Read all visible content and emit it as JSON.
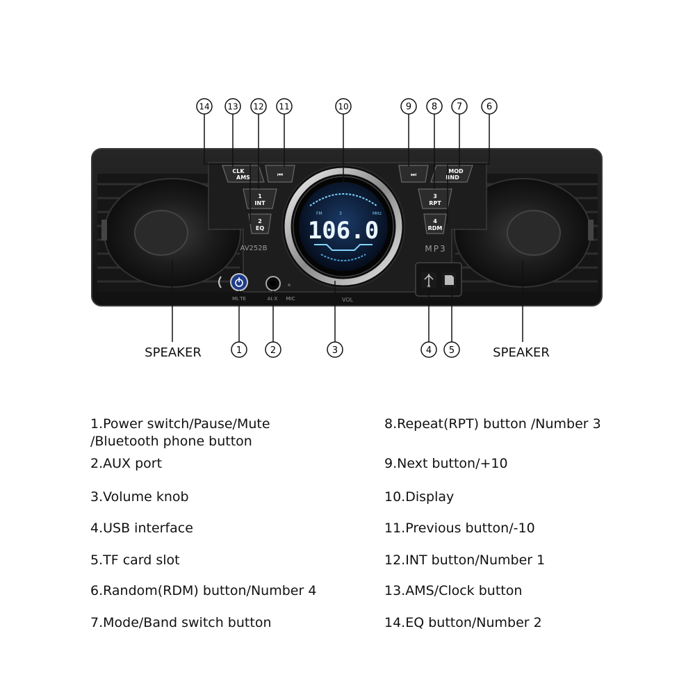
{
  "device": {
    "model": "AV252B",
    "display_freq": "106.0",
    "display_fm": "FM",
    "display_mhz": "MHz",
    "display_small": "3",
    "mp3": "MP3",
    "vol": "VOL",
    "mute": "MUTE",
    "aux": "AUX",
    "mic": "MIC",
    "buttons": {
      "clk_ams": [
        "CLK",
        "AMS"
      ],
      "prev": "⏮",
      "next": "⏭",
      "mod_bnd": [
        "MOD",
        "BND"
      ],
      "int": [
        "1",
        "INT"
      ],
      "eq": [
        "2",
        "EQ"
      ],
      "rpt": [
        "3",
        "RPT"
      ],
      "rdm": [
        "4",
        "RDM"
      ]
    }
  },
  "callouts": {
    "n1": "1",
    "n2": "2",
    "n3": "3",
    "n4": "4",
    "n5": "5",
    "n6": "6",
    "n7": "7",
    "n8": "8",
    "n9": "9",
    "n10": "10",
    "n11": "11",
    "n12": "12",
    "n13": "13",
    "n14": "14",
    "speaker_left": "SPEAKER",
    "speaker_right": "SPEAKER"
  },
  "legend": {
    "left": [
      {
        "line1": "1.Power switch/Pause/Mute",
        "line2": "/Bluetooth phone button"
      },
      {
        "line1": "2.AUX port"
      },
      {
        "line1": "3.Volume knob"
      },
      {
        "line1": "4.USB interface"
      },
      {
        "line1": "5.TF card slot"
      },
      {
        "line1": "6.Random(RDM) button/Number 4"
      },
      {
        "line1": "7.Mode/Band switch button"
      }
    ],
    "right": [
      {
        "line1": "8.Repeat(RPT) button /Number 3"
      },
      {
        "line1": "9.Next button/+10"
      },
      {
        "line1": "10.Display"
      },
      {
        "line1": "11.Previous button/-10"
      },
      {
        "line1": "12.INT button/Number 1"
      },
      {
        "line1": "13.AMS/Clock button"
      },
      {
        "line1": "14.EQ button/Number 2"
      }
    ]
  },
  "colors": {
    "body": "#1b1b1b",
    "body_edge": "#333333",
    "display_bg": "#0a1830",
    "display_glow": "#7fd4ff",
    "chrome": "#c8c8c8",
    "label": "#111111"
  }
}
